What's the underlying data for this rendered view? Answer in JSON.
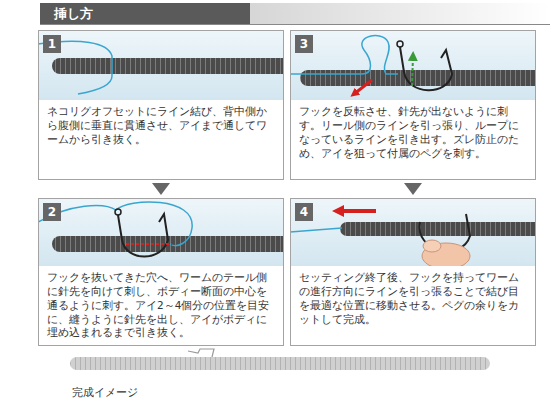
{
  "diagram": {
    "title": "挿し方",
    "nodes": [
      {
        "text": [
          "1",
          "ネコリグオフセットにライン結び、背中側から腹側に垂直に貫通させ、アイまで通してワームから引き抜く。"
        ]
      },
      {
        "text": [
          "2",
          "フックを抜いてきた穴へ、ワームのテール側に針先を向けて刺し、ボディー断面の中心を通るように刺す。アイ2～4個分の位置を目安に、縫うように針先を出し、アイがボディに埋め込まれるまで引き抜く。"
        ]
      },
      {
        "text": [
          "3",
          "フックを反転させ、針先が出ないように刺す。リール側のラインを引っ張り、ループになっているラインを引き出す。ズレ防止のため、アイを狙って付属のペグを刺す。"
        ]
      },
      {
        "text": [
          "4",
          "セッティング終了後、フックを持ってワームの進行方向にラインを引っ張ることで結び目を最適な位置に移動させる。ペグの余りをカットして完成。"
        ]
      }
    ],
    "edges": [
      {
        "from": 0,
        "to": 1,
        "arrow": "to"
      },
      {
        "from": 2,
        "to": 3,
        "arrow": "to"
      }
    ],
    "labels": [
      "完成イメージ"
    ]
  }
}
